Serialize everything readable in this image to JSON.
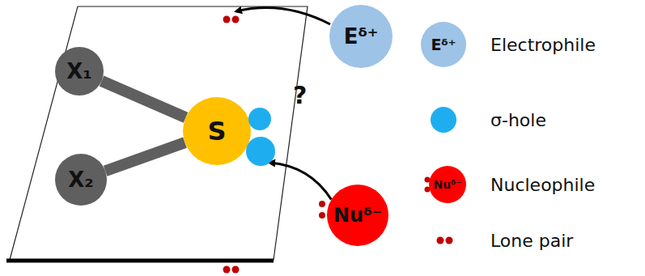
{
  "diagram": {
    "nodes": [
      {
        "text": [
          "X₁"
        ]
      },
      {
        "text": [
          "X₂"
        ]
      },
      {
        "text": [
          "S"
        ]
      },
      {
        "text": [
          "Eᵟ⁺"
        ]
      },
      {
        "text": [
          "Nuᵟ⁻"
        ]
      },
      {
        "text": [
          "Eᵟ⁺"
        ]
      },
      {
        "text": [
          "Nuᵟ⁻"
        ]
      }
    ],
    "edges": [
      {
        "from": 0,
        "to": 2,
        "arrow": "none"
      },
      {
        "from": 1,
        "to": 2,
        "arrow": "none"
      },
      {
        "from": 4,
        "to": 2,
        "arrow": "to"
      }
    ],
    "labels": [
      "?"
    ],
    "legend": [
      {
        "text": "Electrophile"
      },
      {
        "text": "σ-hole",
        "color": "#1eaef0"
      },
      {
        "text": "Nucleophile"
      },
      {
        "text": "Lone pair"
      }
    ]
  }
}
